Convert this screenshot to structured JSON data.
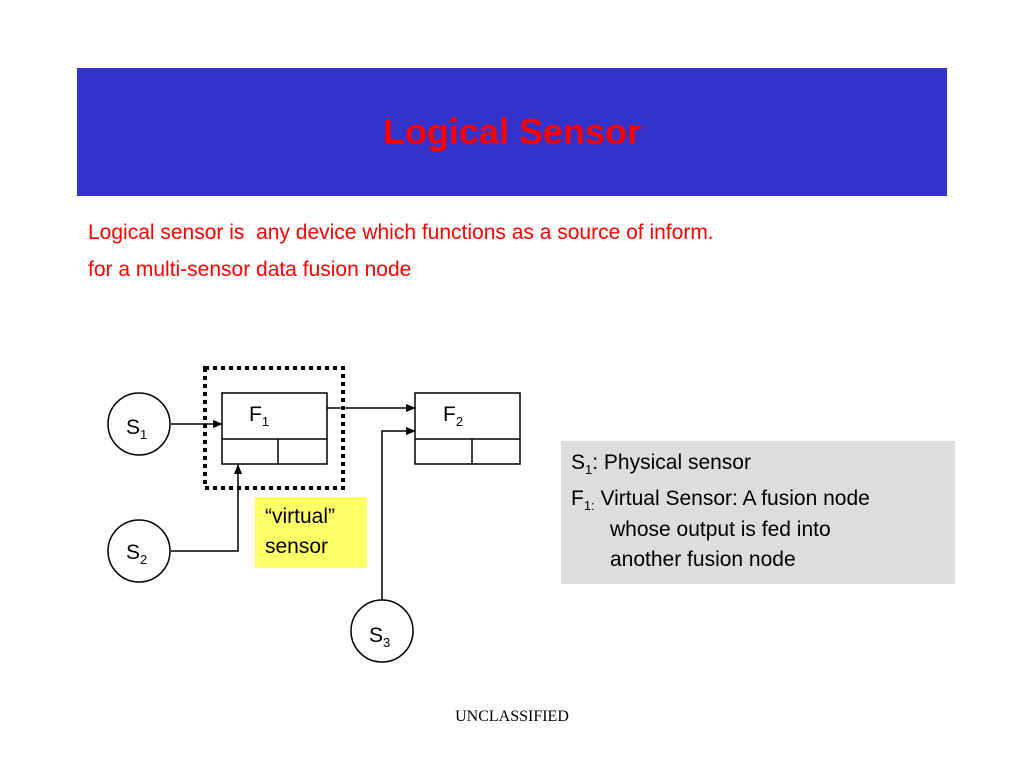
{
  "slide": {
    "title": "Logical Sensor",
    "intro_line1": "Logical sensor is  any device which functions as a source of inform.",
    "intro_line2": "for a multi-sensor data fusion node",
    "footer": "UNCLASSIFIED"
  },
  "diagram": {
    "s1": {
      "letter": "S",
      "sub": "1"
    },
    "s2": {
      "letter": "S",
      "sub": "2"
    },
    "s3": {
      "letter": "S",
      "sub": "3"
    },
    "f1": {
      "letter": "F",
      "sub": "1"
    },
    "f2": {
      "letter": "F",
      "sub": "2"
    },
    "callout_line1": "“virtual”",
    "callout_line2": "sensor"
  },
  "legend": {
    "item1_letter": "S",
    "item1_sub": "1",
    "item1_text": ": Physical sensor",
    "item2_letter": "F",
    "item2_sub": "1:",
    "item2_text": " Virtual Sensor: A fusion node",
    "item2_cont1": "whose output is fed into",
    "item2_cont2": "another fusion node"
  },
  "colors": {
    "title_bg": "#3333cc",
    "title_text": "#ff0000",
    "intro_text": "#ff0000",
    "callout_bg": "#ffff66",
    "legend_bg": "#dddddd"
  }
}
